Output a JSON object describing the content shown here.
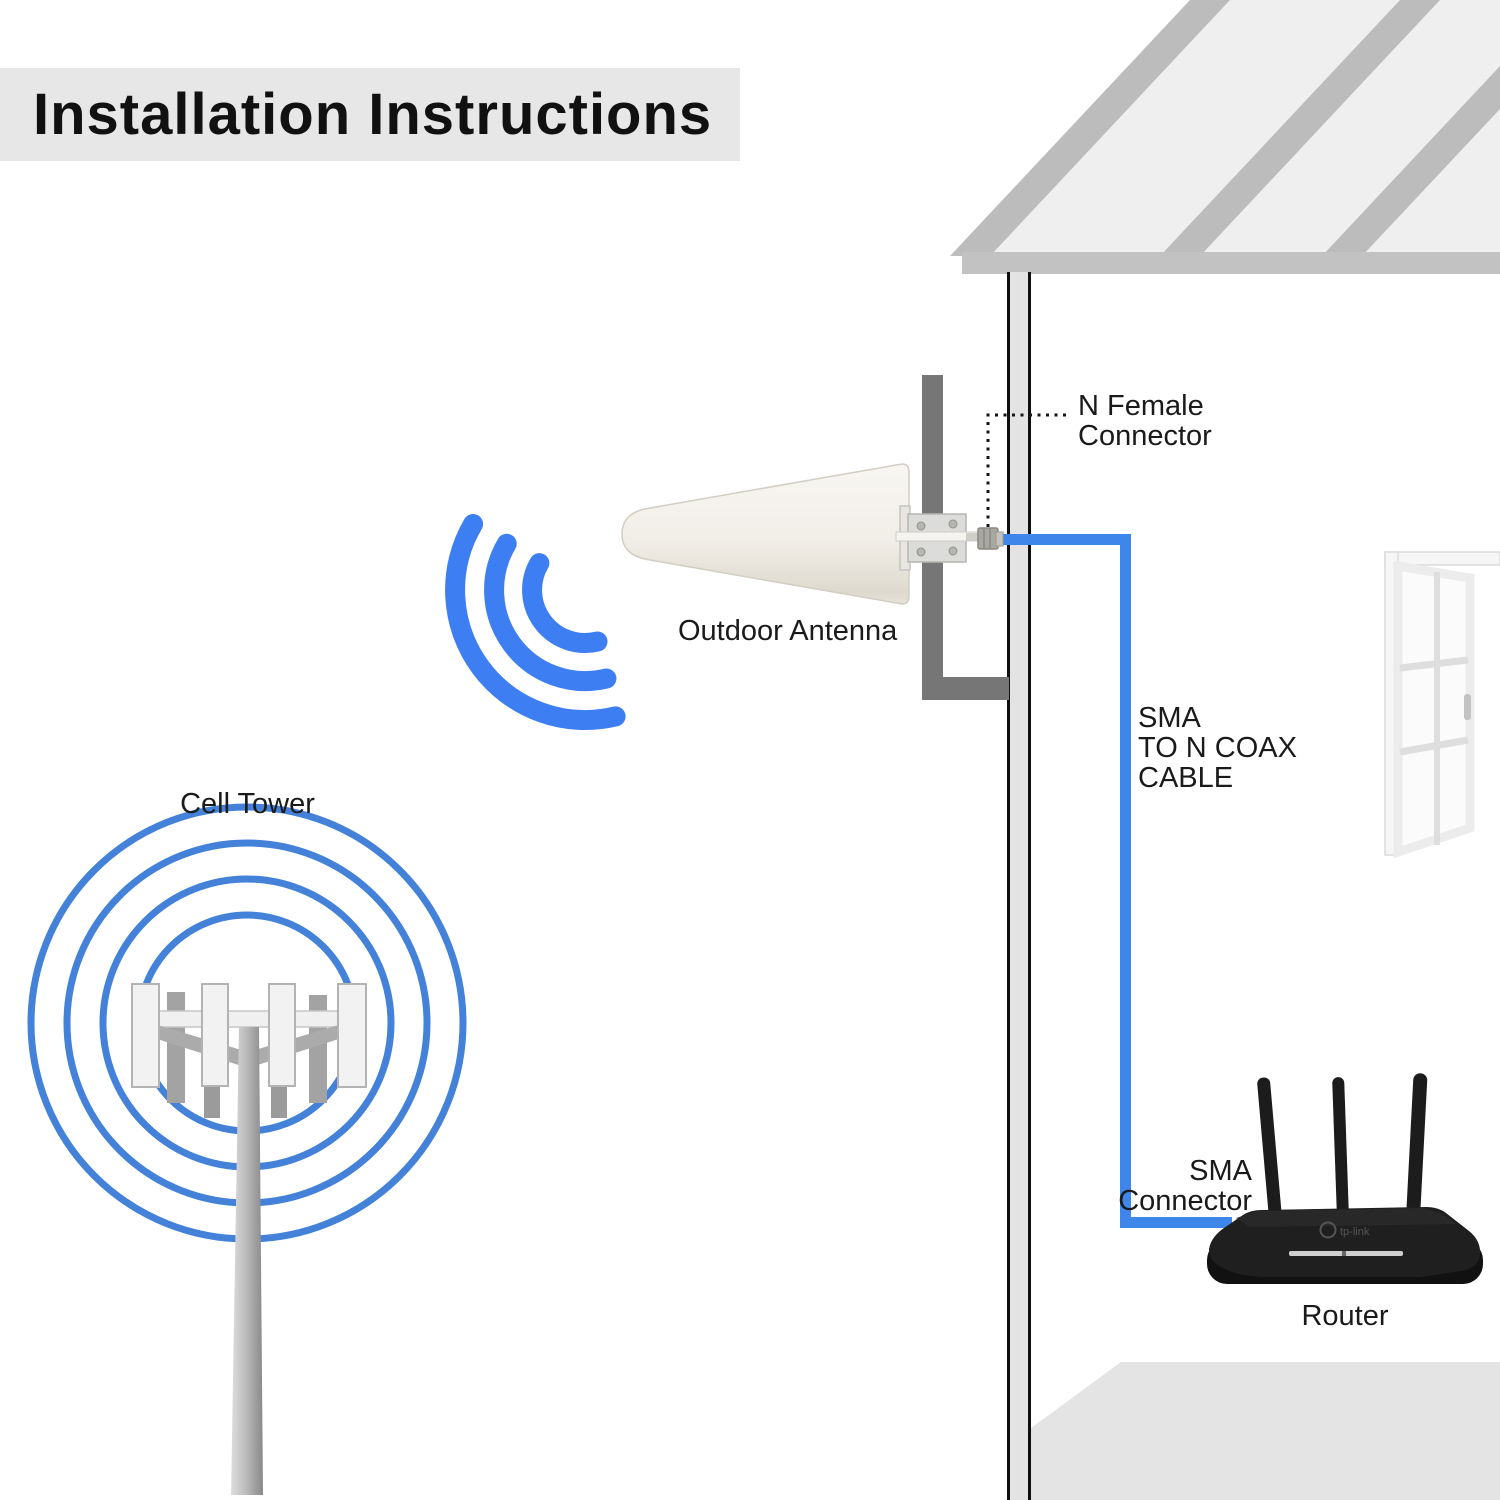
{
  "title": "Installation Instructions",
  "labels": {
    "cell_tower": "Cell Tower",
    "outdoor_antenna": "Outdoor Antenna",
    "n_female_connector": "N Female\nConnector",
    "coax_cable": "SMA\nTO N COAX\nCABLE",
    "sma_connector": "SMA\nConnector",
    "router": "Router",
    "router_logo": "tp-link"
  },
  "icons": {
    "signal_waves": "three-blue-signal-arcs",
    "broadcast_rings": "four-concentric-blue-circles"
  },
  "colors": {
    "accent_blue": "#3E86E9",
    "signal_blue": "#3D7FF2",
    "ring_blue": "#4382D8",
    "title_bar_bg": "#E7E7E7",
    "text_dark": "#1A1A1A",
    "roof_beam": "#BCBCBC",
    "roof_fill": "#EFEFEF",
    "eave_gray": "#C2C2C2",
    "wall_fill": "#E3E3E3",
    "wall_line": "#0F0F0F",
    "floor_fill": "#E4E4E4",
    "pole_gray": "#767676",
    "panel_white": "#F2F2F2",
    "antenna_cream": "#F3F0EA",
    "router_black": "#1F1F1F"
  }
}
